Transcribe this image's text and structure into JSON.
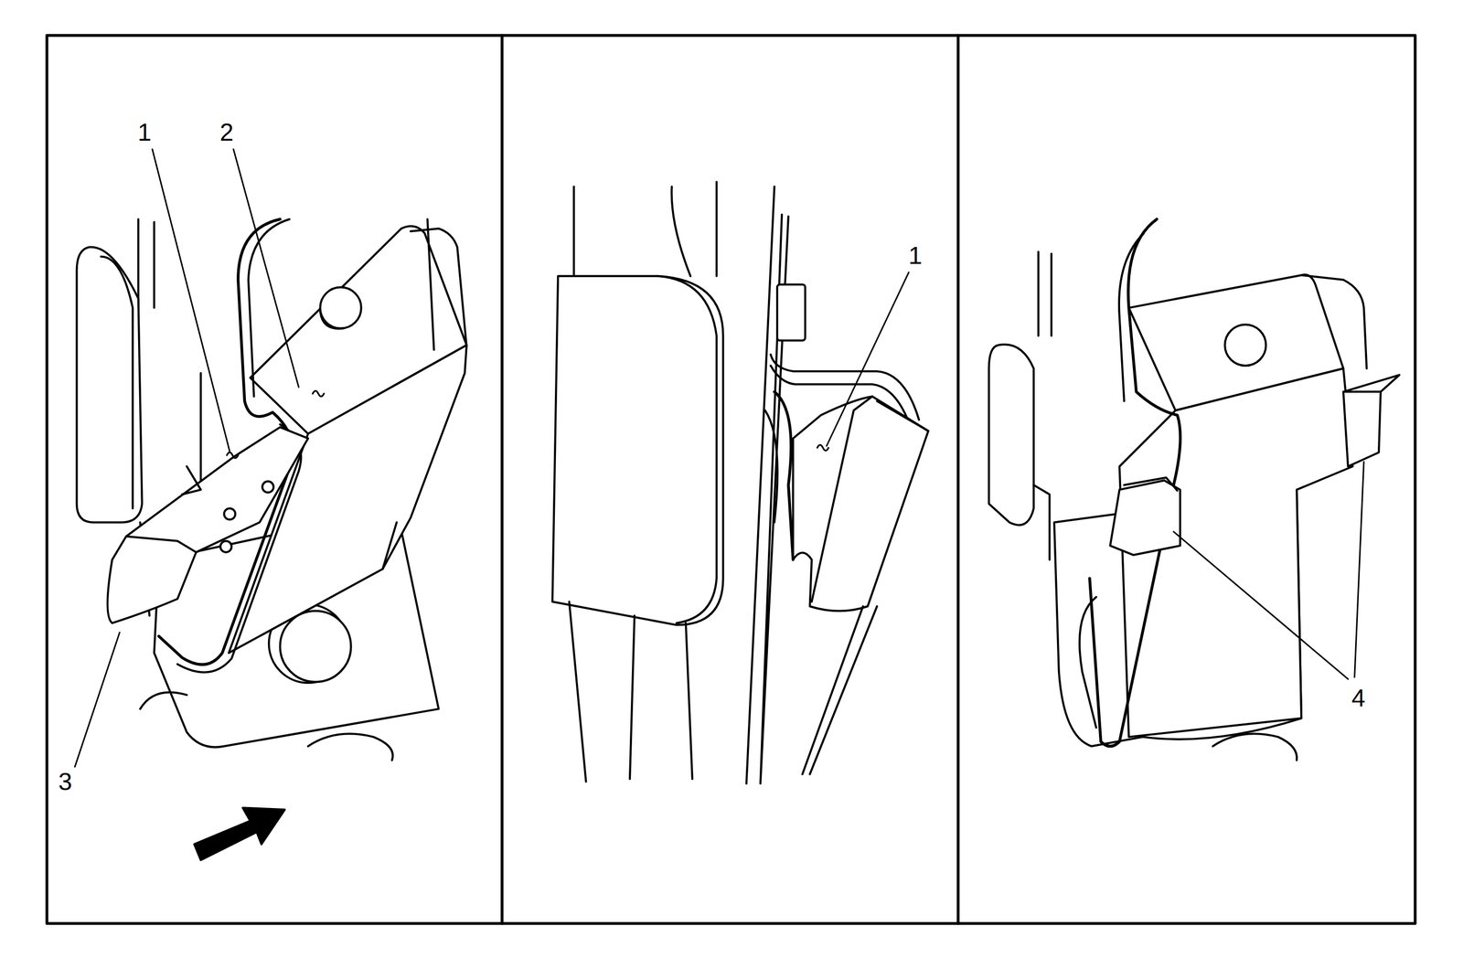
{
  "diagram": {
    "labels": [
      "1",
      "2",
      "3",
      "1",
      "4"
    ]
  }
}
